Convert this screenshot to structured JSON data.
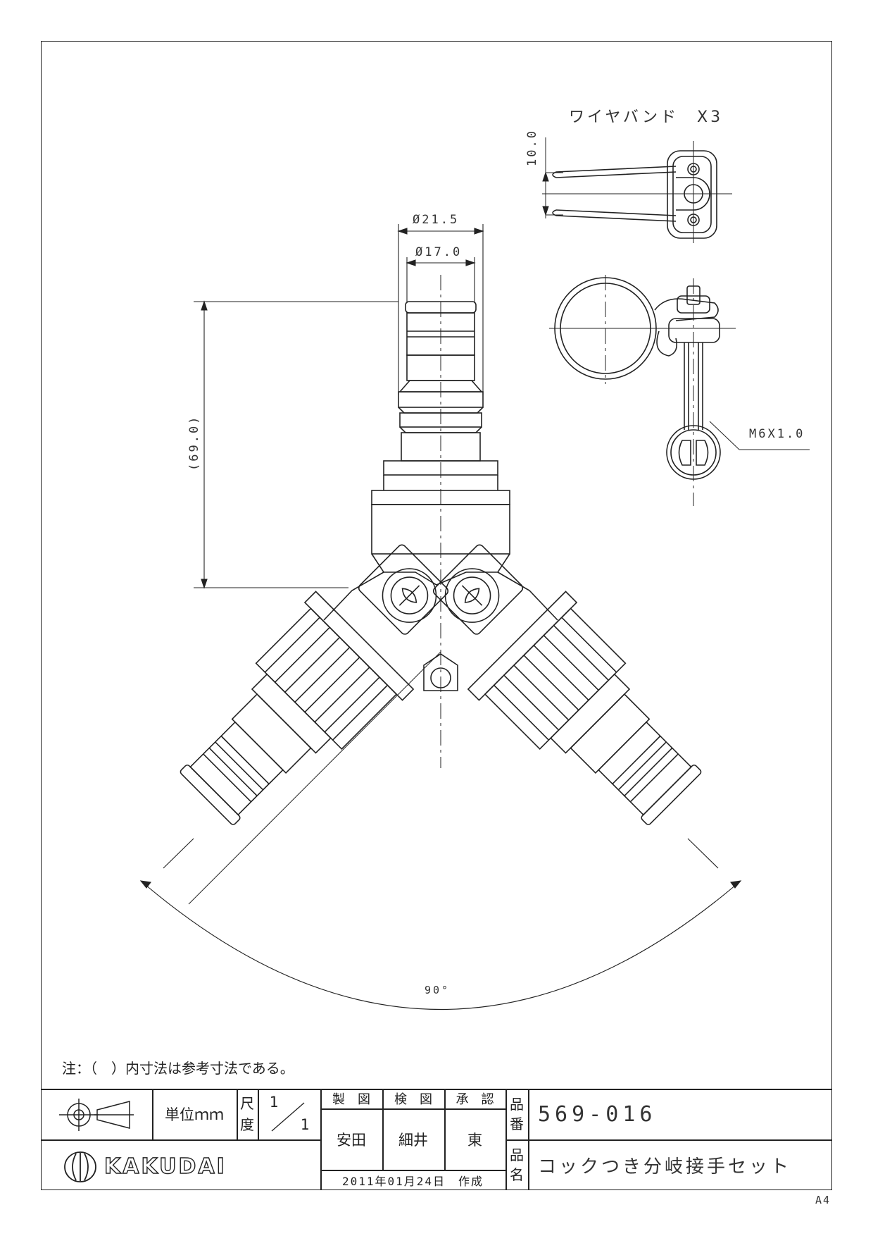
{
  "header": {
    "wire_band_label": "ワイヤバンド　X3"
  },
  "dimensions": {
    "wire_band_height": "10.0",
    "outer_diameter": "Ø21.5",
    "inner_diameter": "Ø17.0",
    "length_ref": "(69.0)",
    "screw": "M6X1.0",
    "angle": "90°"
  },
  "note": "注：（　）内寸法は参考寸法である。",
  "title_block": {
    "unit_label": "単位ｍｍ",
    "scale_label_1": "尺",
    "scale_label_2": "度",
    "scale_num": "1",
    "scale_den": "1",
    "drawn_label": "製　図",
    "checked_label": "検　図",
    "approved_label": "承　認",
    "drawn_by": "安田",
    "checked_by": "細井",
    "approved_by": "東",
    "part_no_label_1": "品",
    "part_no_label_2": "番",
    "part_name_label_1": "品",
    "part_name_label_2": "名",
    "part_no": "569-016",
    "part_name": "コックつき分岐接手セット",
    "date_created": "2011年01月24日　作成",
    "brand": "KAKUDAI"
  },
  "sheet_size": "A4"
}
